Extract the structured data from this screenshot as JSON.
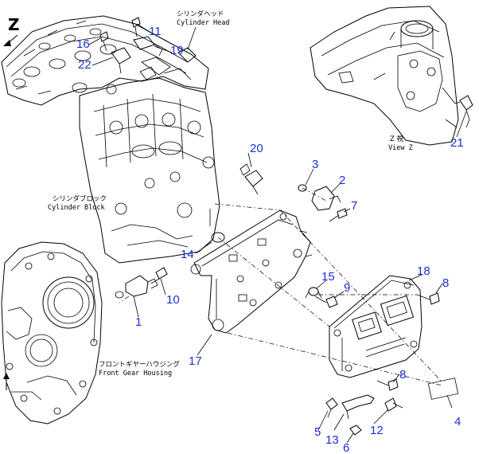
{
  "view_marker": "Z",
  "labels": {
    "cylinder_head_jp": "シリンダヘッド",
    "cylinder_head_en": "Cylinder Head",
    "cylinder_block_jp": "シリンダブロック",
    "cylinder_block_en": "Cylinder Block",
    "front_gear_housing_jp": "フロントギヤーハウジング",
    "front_gear_housing_en": "Front Gear Housing",
    "view_z_jp": "Z  視",
    "view_z_en": "View Z"
  },
  "part_numbers": {
    "p1": "1",
    "p2": "2",
    "p3": "3",
    "p4": "4",
    "p5": "5",
    "p6": "6",
    "p7": "7",
    "p8a": "8",
    "p8b": "8",
    "p9": "9",
    "p10": "10",
    "p11": "11",
    "p12": "12",
    "p13": "13",
    "p14": "14",
    "p15": "15",
    "p16": "16",
    "p17": "17",
    "p18": "18",
    "p19": "19",
    "p20": "20",
    "p21": "21",
    "p22": "22"
  },
  "colors": {
    "callout": "#1c2fd0",
    "line": "#000000",
    "background": "#ffffff"
  }
}
